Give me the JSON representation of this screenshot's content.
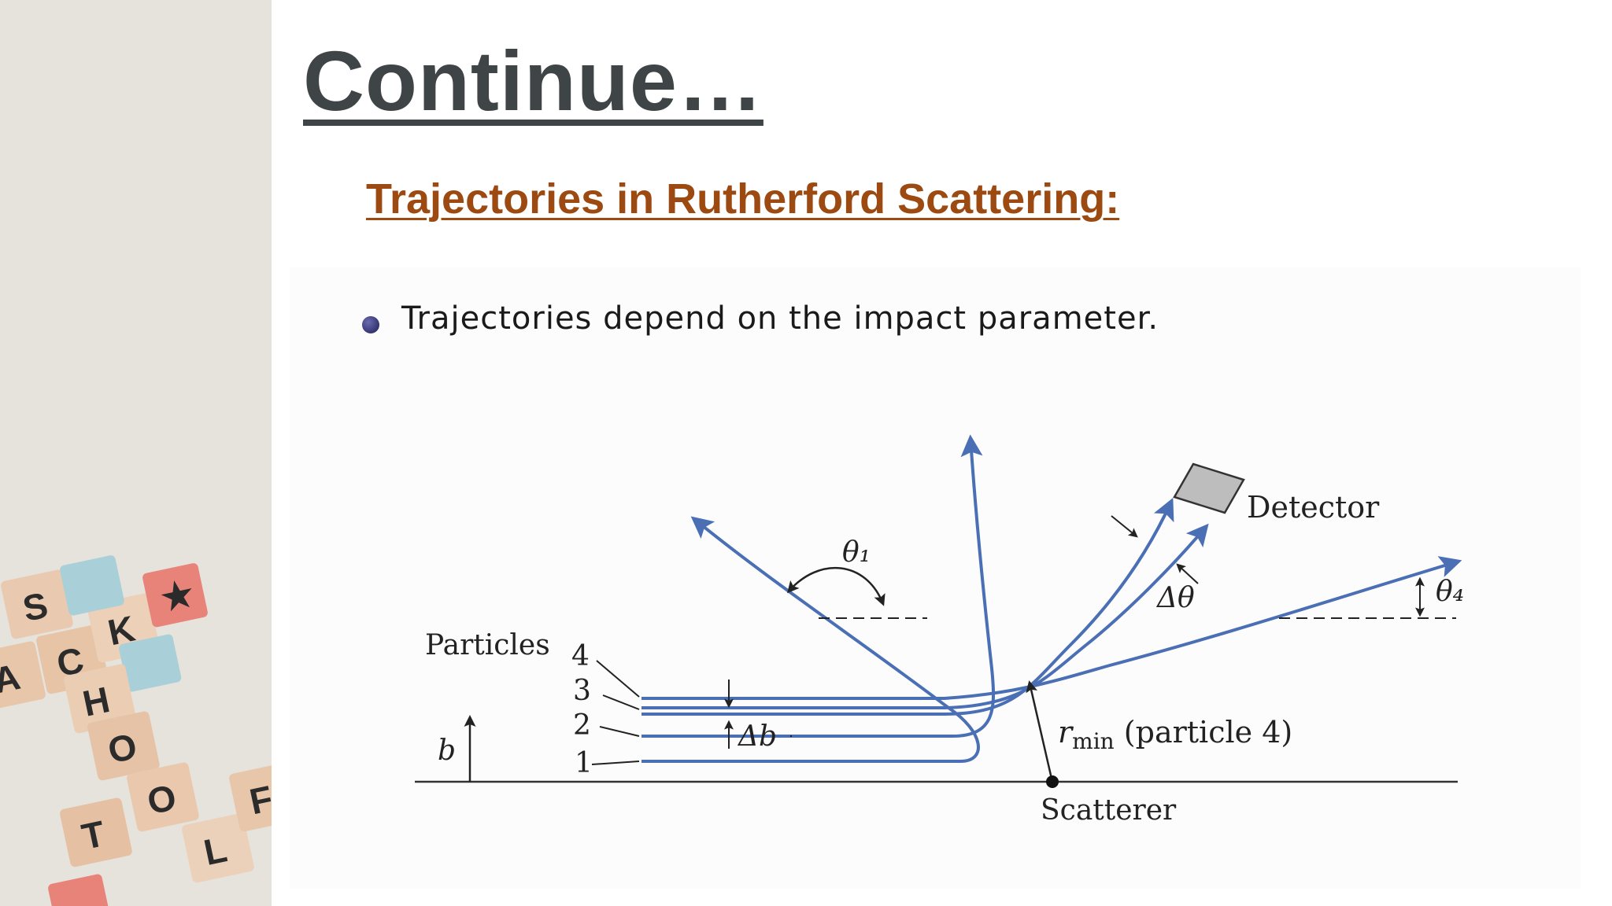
{
  "slide": {
    "title": "Continue…",
    "subtitle": "Trajectories in Rutherford Scattering:",
    "bullet": "Trajectories depend on the impact parameter."
  },
  "sidebar": {
    "tiles": [
      "S",
      "C",
      "H",
      "O",
      "O",
      "L",
      "K",
      "T",
      "A"
    ]
  },
  "diagram": {
    "particles_label": "Particles",
    "particle_numbers": [
      "4",
      "3",
      "2",
      "1"
    ],
    "b_label": "b",
    "delta_b_label": "Δb",
    "theta1_label": "θ₁",
    "theta4_label": "θ₄",
    "delta_theta_label": "Δθ",
    "detector_label": "Detector",
    "rmin_label": "r",
    "rmin_sub": "min",
    "rmin_suffix": " (particle 4)",
    "scatterer_label": "Scatterer"
  },
  "colors": {
    "trajectory": "#4a6fb5",
    "title": "#3f4446",
    "subtitle": "#9c4a11",
    "sidebar_bg": "#e6e2dc"
  }
}
